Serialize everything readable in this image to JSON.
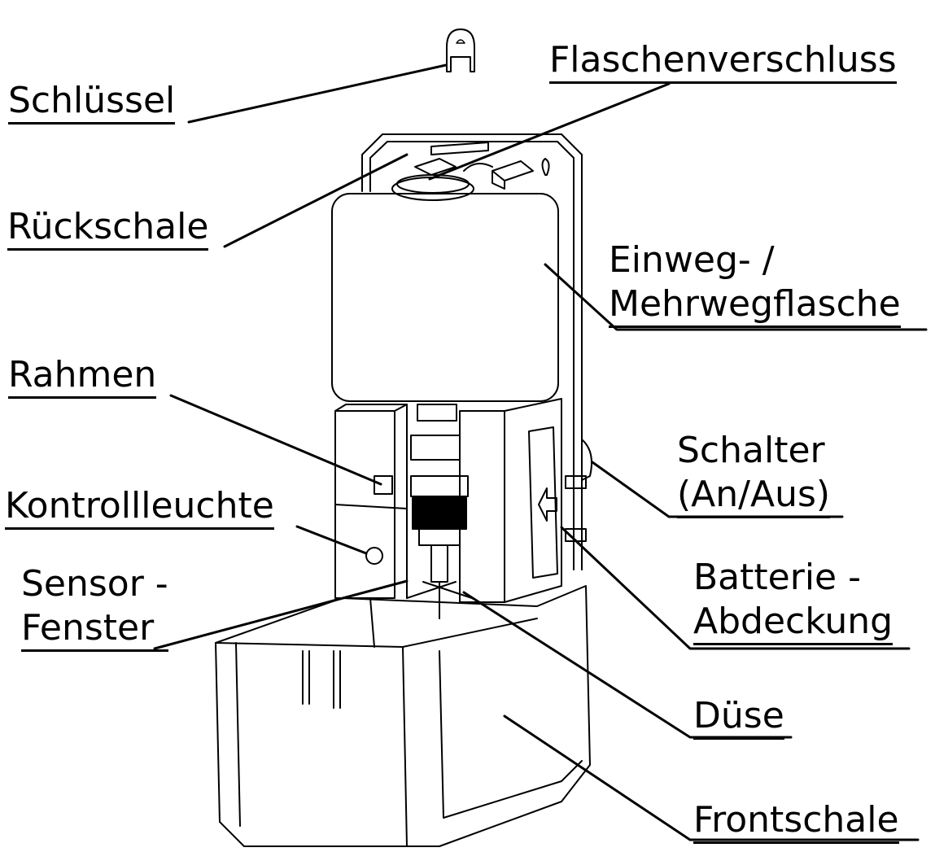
{
  "diagram": {
    "subject": "Sensor soap dispenser (exploded / open view)",
    "line_color": "#000000",
    "background": "#ffffff",
    "labels": {
      "schluessel": "Schlüssel",
      "flaschenverschluss": "Flaschenverschluss",
      "rueckschale": "Rückschale",
      "flasche_1": "Einweg- /",
      "flasche_2": "Mehrwegflasche",
      "rahmen": "Rahmen",
      "schalter_1": "Schalter",
      "schalter_2": "(An/Aus)",
      "kontrollleuchte": "Kontrollleuchte",
      "sensor_1": "Sensor -",
      "sensor_2": "Fenster",
      "batterie_1": "Batterie -",
      "batterie_2": "Abdeckung",
      "duese": "Düse",
      "frontschale": "Frontschale"
    }
  }
}
